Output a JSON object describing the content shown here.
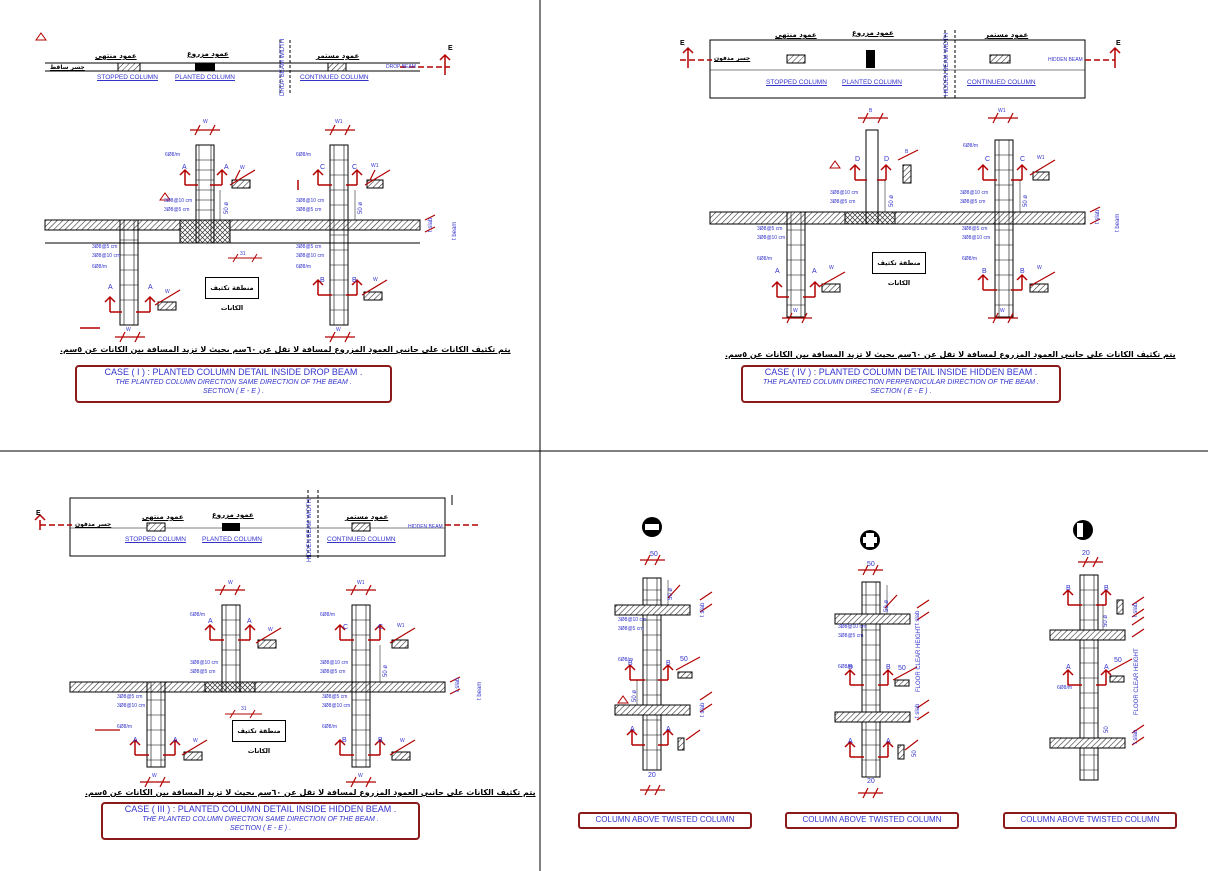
{
  "legend": {
    "stopped_ar": "عمود منتهى",
    "planted_ar": "عمود مزروع",
    "continued_ar": "عمود مستمر",
    "stopped_en": "STOPPED COLUMN",
    "planted_en": "PLANTED COLUMN",
    "continued_en": "CONTINUED COLUMN",
    "drop_beam": "DROP BEAM",
    "drop_beam_width": "DROP BEAM WIDTH",
    "hidden_beam": "HIDDEN BEAM",
    "hidden_beam_width": "HIDDEN BEAM WIDTH",
    "beam_ar_drop": "جسر ساقط",
    "beam_ar_hidden": "جسر مدفون"
  },
  "labels": {
    "e": "E",
    "w": "W",
    "w1": "W1",
    "a": "A",
    "b": "B",
    "c": "C",
    "d": "D",
    "fifty": "50",
    "fifty_phi": "50 ø",
    "twenty": "20",
    "thirty_one": "31",
    "stirrups_m": "6Ø8/m",
    "s10": "3Ø8@10 cm",
    "s5": "3Ø8@5 cm",
    "t_slab": "t slab",
    "t_beam": "t beam",
    "floor_clear_height": "FLOOR CLEAR HEIGHT",
    "stirrup_zone_ar": "منطقة تكثيف الكانات"
  },
  "note_ar": "يتم تكثيف الكانات على جانبي العمود المزروع لمسافة لا تقل عن ٦٠سم بحيث لا تزيد المسافة بين الكانات عن ٥سم.",
  "cases": [
    {
      "title": "CASE ( I ) : PLANTED COLUMN DETAIL INSIDE DROP BEAM .",
      "subtitle": "THE PLANTED COLUMN DIRECTION SAME DIRECTION OF THE BEAM .",
      "section": "SECTION ( E - E ) ."
    },
    {
      "title": "CASE ( IV ) : PLANTED COLUMN DETAIL INSIDE HIDDEN BEAM .",
      "subtitle": "THE PLANTED COLUMN DIRECTION PERPENDICULAR DIRECTION OF THE BEAM .",
      "section": "SECTION ( E - E ) ."
    },
    {
      "title": "CASE ( III ) : PLANTED COLUMN DETAIL INSIDE HIDDEN BEAM .",
      "subtitle": "THE PLANTED COLUMN DIRECTION SAME DIRECTION OF THE BEAM .",
      "section": "SECTION ( E - E ) ."
    }
  ],
  "twisted": {
    "label1": "COLUMN ABOVE TWISTED COLUMN",
    "label2": "COLUMN ABOVE TWISTED COLUMN",
    "label3": "COLUMN ABOVE TWISTED COLUMN"
  },
  "colors": {
    "line": "#000000",
    "red": "#b30000",
    "blue": "#3333cc",
    "box": "#8b1a1a"
  }
}
